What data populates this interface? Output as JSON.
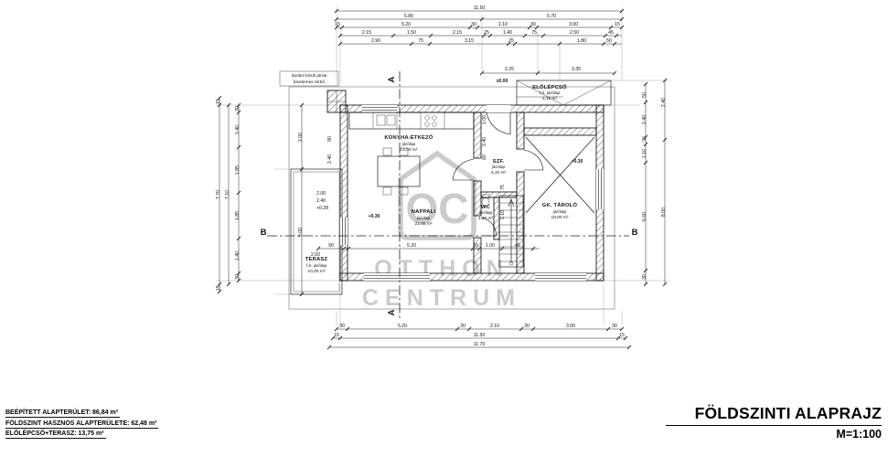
{
  "title_block": {
    "title": "FÖLDSZINTI ALAPRAJZ",
    "scale": "M=1:100"
  },
  "footer": {
    "line1": "BEÉPÍTETT ALAPTERÜLET: 86,84 m²",
    "line2": "FÖLDSZINT HASZNOS ALAPTERÜLETE: 62,48 m²",
    "line3": "ELŐLÉPCSŐ+TERASZ: 13,75 m²"
  },
  "watermark": {
    "initials": "OC",
    "line1": "OTTHON",
    "line2": "CENTRUM"
  },
  "note": {
    "line1": "épület körüli járda",
    "line2": "kiselemes térkő"
  },
  "sections": {
    "a": "A",
    "b": "B"
  },
  "rooms": {
    "konyha": {
      "name": "KONYHA-ÉTKEZŐ",
      "finish": "járólap",
      "area": "14,04 m²"
    },
    "nappali": {
      "name": "NAPPALI",
      "finish": "járólap",
      "area": "22,68 m²"
    },
    "szf": {
      "name": "SZF.",
      "finish": "járólap",
      "area": "3,10 m²"
    },
    "wc": {
      "name": "WC",
      "finish": "járólap",
      "area": "1,30 m²"
    },
    "gk": {
      "name": "GK. TÁROLÓ",
      "finish": "járólap",
      "area": "18,00 m²"
    },
    "terasz": {
      "name": "TERASZ",
      "finish": "f.é. járólap",
      "area": "10,00 m²"
    },
    "elolepcso": {
      "name": "ELŐLÉPCSŐ",
      "finish": "f.é. járólap",
      "area": "3,15 m²"
    }
  },
  "levels": {
    "nappali": "+0.30",
    "gk": "+0.30",
    "entry": "±0.00"
  },
  "dims": {
    "top1": [
      "11.50"
    ],
    "top2": [
      "5.80",
      "5.70"
    ],
    "top3": [
      "15",
      "5.20",
      "30",
      "2.10",
      "30",
      "3.00",
      "15"
    ],
    "top4": [
      "2.15",
      "1.50",
      "2.15",
      "25",
      "1.40",
      "75",
      "2.50",
      "45"
    ],
    "top5": [
      "2.90",
      "75",
      "3.15",
      "25",
      "1.80",
      "50"
    ],
    "entry": [
      "2.25",
      "3.35"
    ],
    "bottom1": [
      "30",
      "5.20",
      "30",
      "2.10",
      "30",
      "3.00",
      "30"
    ],
    "bottom2": [
      "15",
      "11.50",
      "15"
    ],
    "bottom3": [
      "11.70"
    ],
    "left_outer": [
      "15",
      "7.70",
      "15"
    ],
    "left_mid": [
      "7.10"
    ],
    "left_inner": [
      "30",
      "1.40",
      "1.85",
      "1.85",
      "1.40",
      "30"
    ],
    "left_terasz": [
      "2.00",
      "5.00"
    ],
    "terasz_stack": [
      "2.00",
      "2.40",
      "+0.28"
    ],
    "left_wall": [
      "90",
      "2.40"
    ],
    "right_inner": [
      "50",
      "2.40",
      "30",
      "1.10",
      "6.60",
      "30"
    ],
    "right_outer": [
      "2.40",
      "8.00"
    ],
    "interior_bottom": [
      "90",
      "5.20",
      "30",
      "1.00",
      "45"
    ],
    "interior_terasz": [
      "2.00"
    ],
    "kitchen_side": [
      "1.00",
      "2.40",
      "60"
    ],
    "stairs_side": [
      "75",
      "2.10"
    ]
  }
}
